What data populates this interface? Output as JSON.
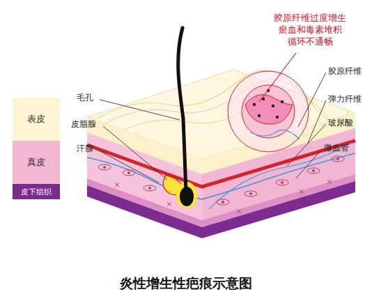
{
  "diagram": {
    "caption": "炎性增生性疤痕示意图",
    "nodes": [
      {
        "text": [
          "表皮"
        ]
      },
      {
        "text": [
          "真皮"
        ]
      },
      {
        "text": [
          "皮下组织"
        ]
      }
    ],
    "labels": [
      "胶原纤维过度增生 瘀血和毒素堆积 循环不通畅",
      "毛孔",
      "皮脂腺",
      "汗腺",
      "胶原纤维",
      "弹力纤维",
      "玻尿酸",
      "微血管"
    ]
  }
}
